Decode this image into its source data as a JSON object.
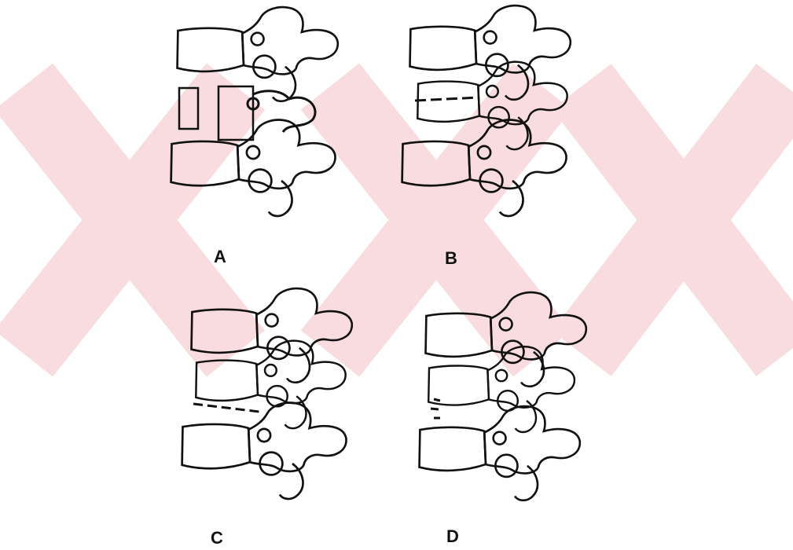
{
  "figure": {
    "watermark_color": "#f9d7da",
    "line_color": "#111111",
    "panels": [
      {
        "id": "a",
        "label": "A",
        "state": "burst fracture, middle body split into fragments"
      },
      {
        "id": "b",
        "label": "B",
        "state": "fractured upper endplate with fragment"
      },
      {
        "id": "c",
        "label": "C",
        "state": "fractured lower endplate with fragment"
      },
      {
        "id": "d",
        "label": "D",
        "state": "wedged middle body with cortical buckling"
      }
    ]
  }
}
